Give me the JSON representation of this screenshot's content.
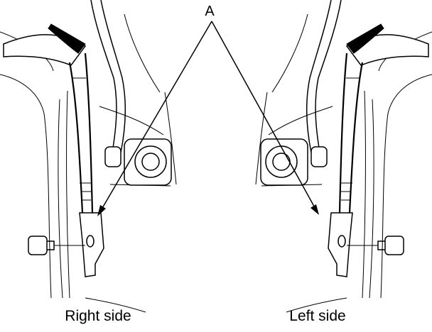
{
  "callout": {
    "label": "A"
  },
  "captions": {
    "right_side": "Right side",
    "left_side": "Left side"
  },
  "colors": {
    "line": "#000000",
    "background": "#ffffff"
  }
}
